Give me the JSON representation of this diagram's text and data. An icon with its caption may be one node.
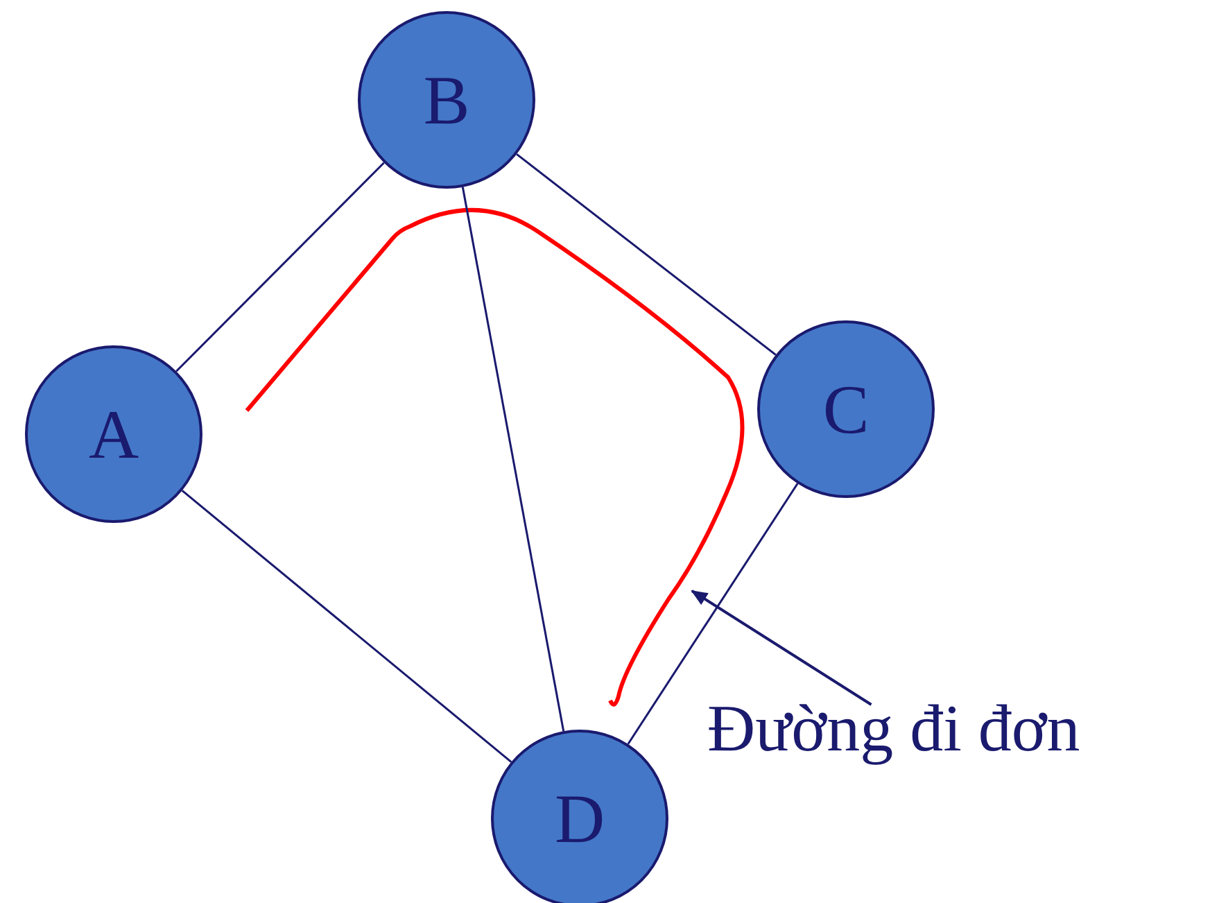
{
  "diagram": {
    "nodes": [
      {
        "text": [
          "B"
        ]
      },
      {
        "text": [
          "A"
        ]
      },
      {
        "text": [
          "C"
        ]
      },
      {
        "text": [
          "D"
        ]
      },
      {
        "text": [
          "Đường đi đơn"
        ]
      }
    ],
    "edges": [
      {
        "from": 1,
        "to": 0,
        "arrow": "none"
      },
      {
        "from": 0,
        "to": 2,
        "arrow": "none"
      },
      {
        "from": 0,
        "to": 3,
        "arrow": "none"
      },
      {
        "from": 1,
        "to": 3,
        "arrow": "none"
      },
      {
        "from": 2,
        "to": 3,
        "arrow": "none"
      },
      {
        "from": 4,
        "to": null,
        "arrow": "to"
      }
    ]
  }
}
